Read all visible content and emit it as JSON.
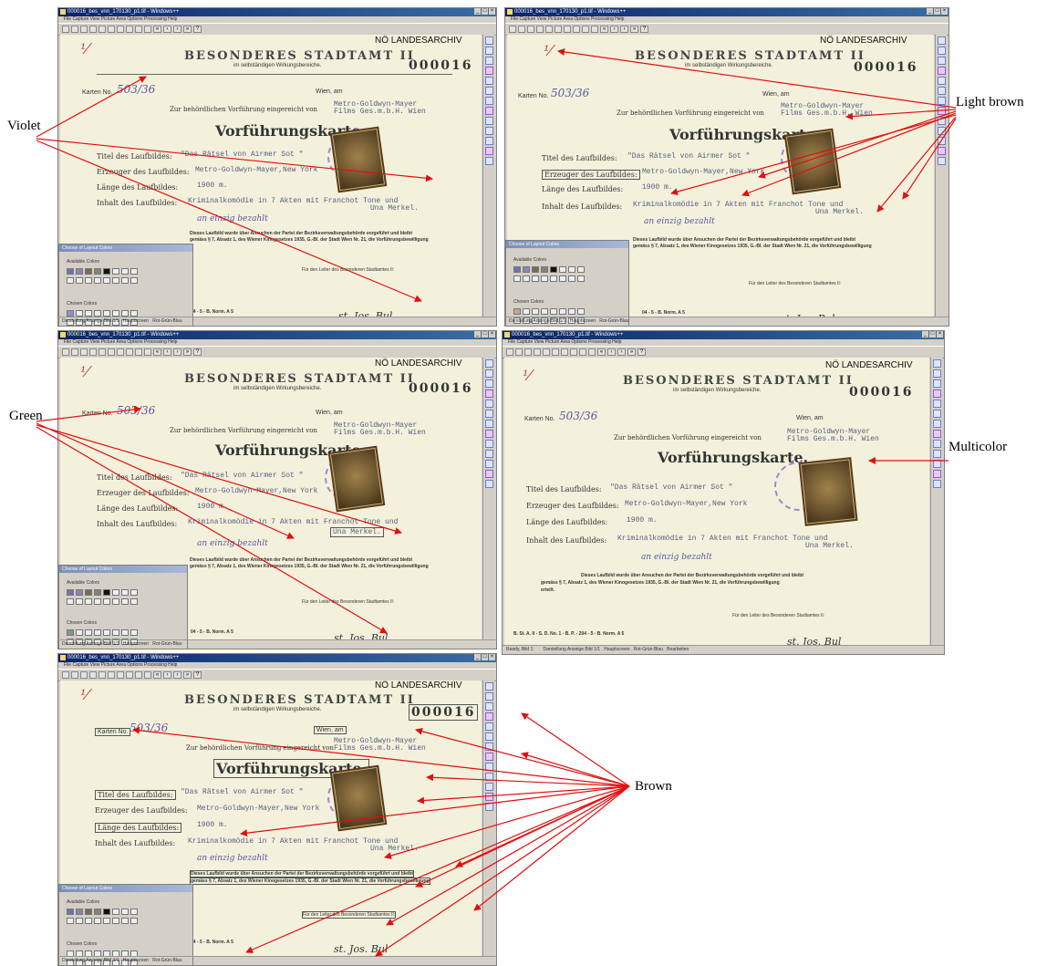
{
  "window": {
    "title": "000016_bes_vnn_170130_p1.tif - Windows++",
    "menu": "File   Capture   View   Picture Area   Options   Processing   Help",
    "status": {
      "left": "Ready, Bild 1",
      "fields": [
        "Darstellung Anzeige  Bild 1/1",
        "Hauptscreen",
        "Rot-Grün-Blau",
        "Bearbeiten"
      ]
    }
  },
  "document": {
    "archive": "NÖ LANDESARCHIV",
    "authority": "BESONDERES STADTAMT II",
    "sub": "im selbständigen Wirkungsbereiche.",
    "number": "000016",
    "karten_label": "Karten No.",
    "karten_value": "503/36",
    "wien_label": "Wien, am",
    "zur": "Zur behördlichen Vorführung eingereicht von",
    "applicant": "Metro-Goldwyn-Mayer",
    "applicant2": "Films Ges.m.b.H. Wien",
    "heading": "Vorführungskarte.",
    "titel_label": "Titel des Laufbildes:",
    "titel_value": "\"Das Rätsel von Airmer Sot \"",
    "erzeuger_label": "Erzeuger des Laufbildes:",
    "erzeuger_value": "Metro-Goldwyn-Mayer,New York",
    "laenge_label": "Länge des Laufbildes:",
    "laenge_value": "1900 m.",
    "inhalt_label": "Inhalt des Laufbildes:",
    "inhalt_value": "Kriminalkomödie in 7 Akten mit Franchot Tone und",
    "inhalt_value2": "Una Merkel.",
    "signed_note": "an einzig bezahlt",
    "clause1": "Dieses Laufbild wurde über Ansuchen der Partei der Bezirksverwaltungsbehörde vorgeführt und bleibt",
    "clause2": "gemäss § 7, Absatz 1, des Wiener Kinogesetzes 1935, G.-Bl. der Stadt Wien Nr. 21, die Vorführungsbewilligung",
    "clause3": "erteilt.",
    "signatory": "Für den Leiter des Besonderen Stadtamtes II:",
    "footer_code": "B. St. A. II - S. D. No. 1 - B. P. - 204 - 5 - B. Norm. A 5",
    "footer_code_short": "04 - 5 - B. Norm. A 5",
    "sig_scribble": "st. Jos. Bul"
  },
  "palette": {
    "title": "Choose of Layout Colors",
    "available_label": "Available Colors",
    "chosen_label": "Chosen Colors",
    "available_colors": [
      "#6f74a8",
      "#8c84b8",
      "#7a6a5a",
      "#8a8070",
      "#111111",
      "#eeeeee",
      "#eeeeee",
      "#eeeeee"
    ],
    "chosen_violet": [
      "#9a8ad0"
    ],
    "chosen_green": [
      "#7a9a8a"
    ],
    "chosen_lightbrown": [
      "#c0a890"
    ]
  },
  "labels": {
    "violet": "Violet",
    "light_brown": "Light brown",
    "green": "Green",
    "multicolor": "Multicolor",
    "brown": "Brown"
  },
  "colors": {
    "arrow": "#e01010",
    "stamp_dark": "#5b3b1a",
    "seal": "#9a8ad0",
    "paper": "#f3f1dc"
  }
}
